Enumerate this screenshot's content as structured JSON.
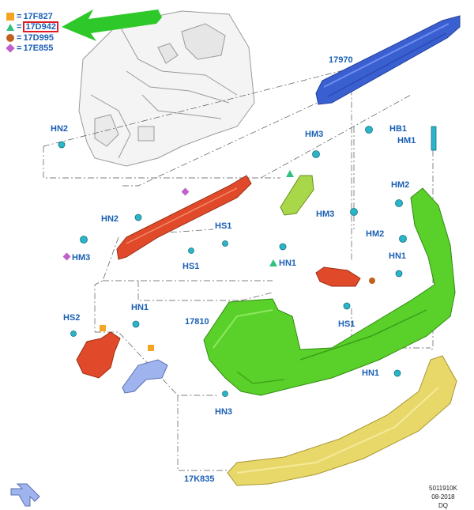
{
  "legend": [
    {
      "symbol": "square",
      "color": "#f5a524",
      "code": "17F827",
      "highlighted": false
    },
    {
      "symbol": "triangle",
      "color": "#2ec27e",
      "code": "17D942",
      "highlighted": true
    },
    {
      "symbol": "circle",
      "color": "#c0621f",
      "code": "17D995",
      "highlighted": false
    },
    {
      "symbol": "diamond",
      "color": "#c061cb",
      "code": "17E855",
      "highlighted": false
    }
  ],
  "legend_separator": "=",
  "labels": {
    "p17970": "17970",
    "hb1": "HB1",
    "hm1_top": "HM1",
    "hn2_left": "HN2",
    "hm3_mid": "HM3",
    "hn2_mid": "HN2",
    "hm3_left": "HM3",
    "hs1_upper": "HS1",
    "hs1_lower": "HS1",
    "hm3_center": "HM3",
    "hn1_center": "HN1",
    "hm2_upper": "HM2",
    "hm2_lower": "HM2",
    "hn1_right": "HN1",
    "hs1_right": "HS1",
    "p17810": "17810",
    "hs2": "HS2",
    "hn1_left": "HN1",
    "hn1_bottom": "HN1",
    "hn3": "HN3",
    "p17k835": "17K835"
  },
  "stamp": {
    "line1": "5011910K",
    "line2": "08-2018",
    "line3": "DQ"
  },
  "colors": {
    "label_blue": "#1a5fb4",
    "beam_blue": "#3a5fd0",
    "bumper_green": "#5ad12a",
    "panel_yellow": "#e8d86a",
    "bracket_red": "#e04a2a",
    "bracket_lightblue": "#9fb3ee",
    "bracket_lightgreen": "#a8d84a",
    "clip_cyan": "#2ab5c8",
    "arrow_green": "#2ec82a"
  }
}
